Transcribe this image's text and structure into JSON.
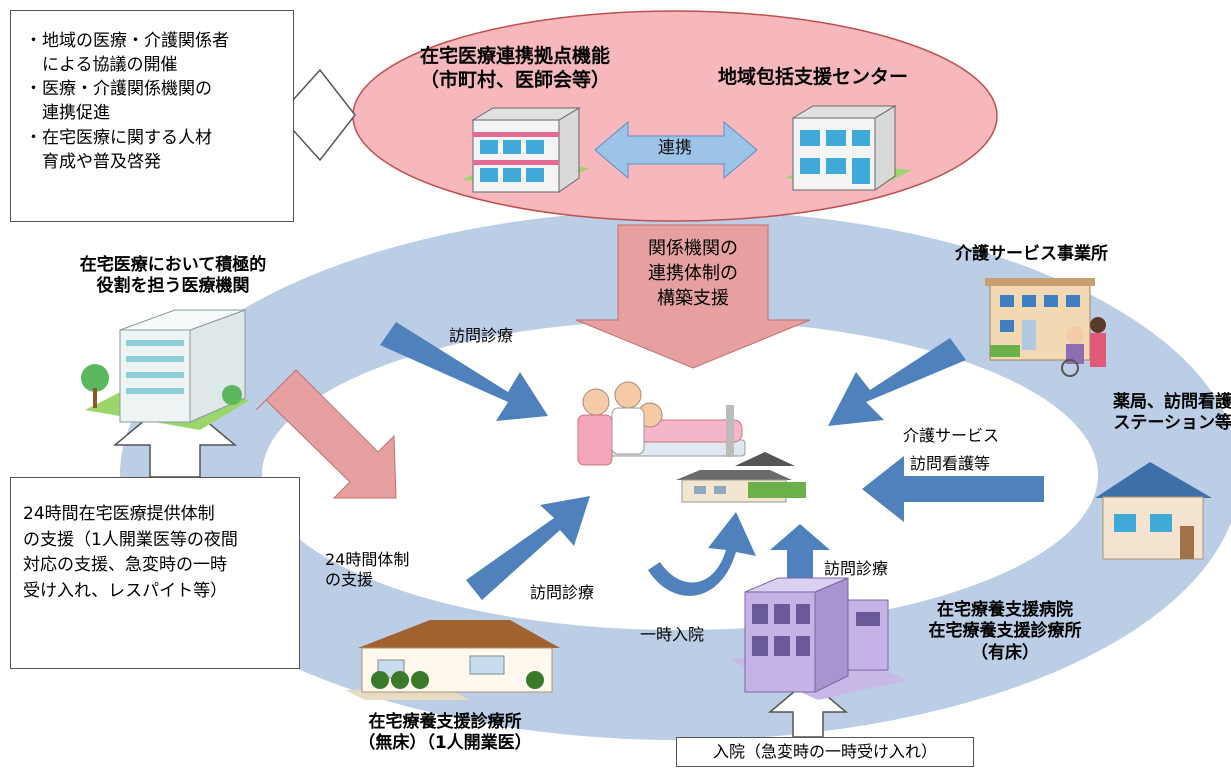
{
  "colors": {
    "ring": "#bccde6",
    "blue_arrow": "#4f81bd",
    "pink_arrow": "#e6a0a0",
    "ellipse_fill": "#f7b8bd",
    "ellipse_stroke": "#c0504d",
    "link_arrow": "#9dc3e6"
  },
  "top_left_box": {
    "lines": "・地域の医療・介護関係者\n　による協議の開催\n・医療・介護関係機関の\n　連携促進\n・在宅医療に関する人材\n　育成や普及啓発"
  },
  "hub": {
    "title": "在宅医療連携拠点機能\n（市町村、医師会等）",
    "center_name": "地域包括支援センター",
    "link_label": "連携"
  },
  "support_arrow": {
    "label": "関係機関の\n連携体制の\n構築支援"
  },
  "left_hospital": {
    "title": "在宅医療において積極的\n役割を担う医療機関"
  },
  "care_office": {
    "title": "介護サービス事業所"
  },
  "pharmacy": {
    "title": "薬局、訪問看護\nステーション等"
  },
  "bottom_left_box": {
    "lines": "24時間在宅医療提供体制\nの支援（1人開業医等の夜間\n対応の支援、急変時の一時\n受け入れ、レスパイト等）"
  },
  "clinic_nobed": {
    "title": "在宅療養支援診療所\n（無床）（1人開業医）"
  },
  "support_hospital": {
    "title": "在宅療養支援病院\n在宅療養支援診療所\n（有床）"
  },
  "admission_box": {
    "label": "入院（急変時の一時受け入れ）"
  },
  "labels": {
    "visit_top": "訪問診療",
    "care_service": "介護サービス",
    "visit_nursing": "訪問看護等",
    "support_24h": "24時間体制\nの支援",
    "visit_bottom": "訪問診療",
    "temp_admission": "一時入院",
    "visit_right": "訪問診療"
  },
  "icons": [
    "hub-building-icon",
    "community-center-icon",
    "large-hospital-icon",
    "care-facility-icon",
    "house-icon",
    "clinic-building-icon",
    "support-hospital-icon",
    "patient-bed-icon",
    "home-icon"
  ]
}
